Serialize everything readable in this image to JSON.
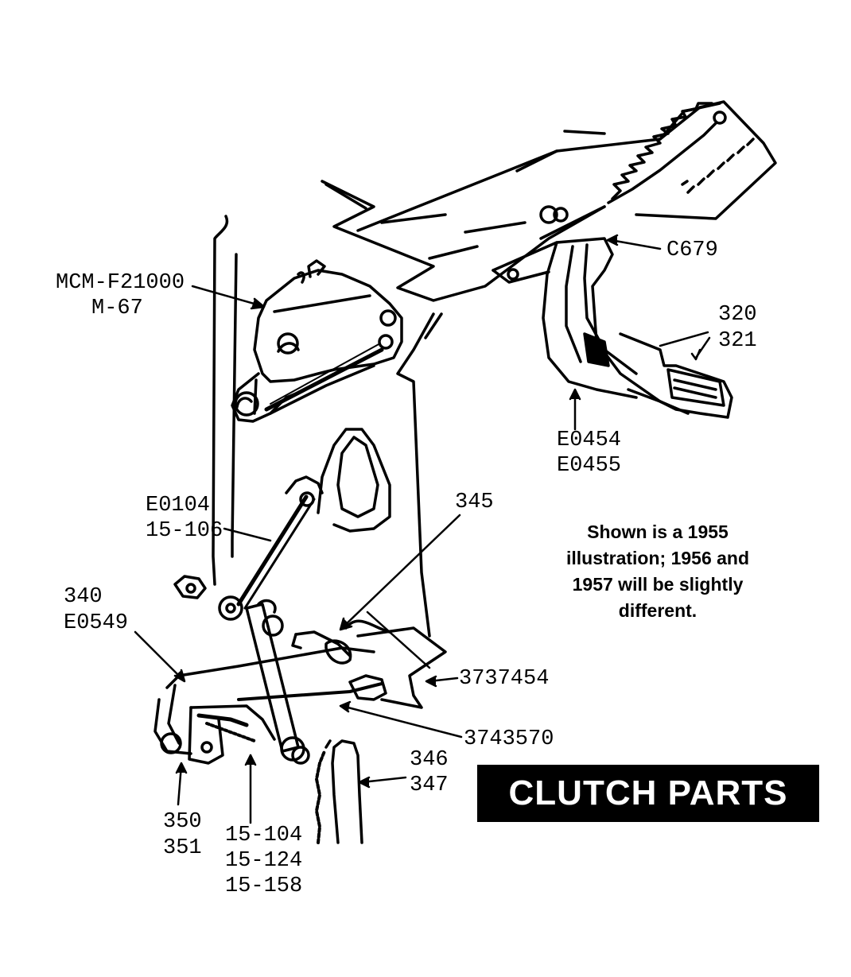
{
  "labels": {
    "master_cylinder_1": "MCM-F21000",
    "master_cylinder_2": "M-67",
    "c679": "C679",
    "pedal_pad_1": "320",
    "pedal_pad_2": "321",
    "pedal_1": "E0454",
    "pedal_2": "E0455",
    "rod_1": "E0104",
    "rod_2": "15-106",
    "p345": "345",
    "bracket_1": "340",
    "bracket_2": "E0549",
    "p3737454": "3737454",
    "p3743570": "3743570",
    "spring_1": "346",
    "spring_2": "347",
    "bushing_1": "350",
    "bushing_2": "351",
    "shaft_1": "15-104",
    "shaft_2": "15-124",
    "shaft_3": "15-158"
  },
  "note": {
    "line1": "Shown is a 1955",
    "line2": "illustration; 1956 and",
    "line3": "1957 will be slightly",
    "line4": "different."
  },
  "banner": {
    "text": "CLUTCH PARTS",
    "background": "#000000",
    "color": "#ffffff"
  }
}
